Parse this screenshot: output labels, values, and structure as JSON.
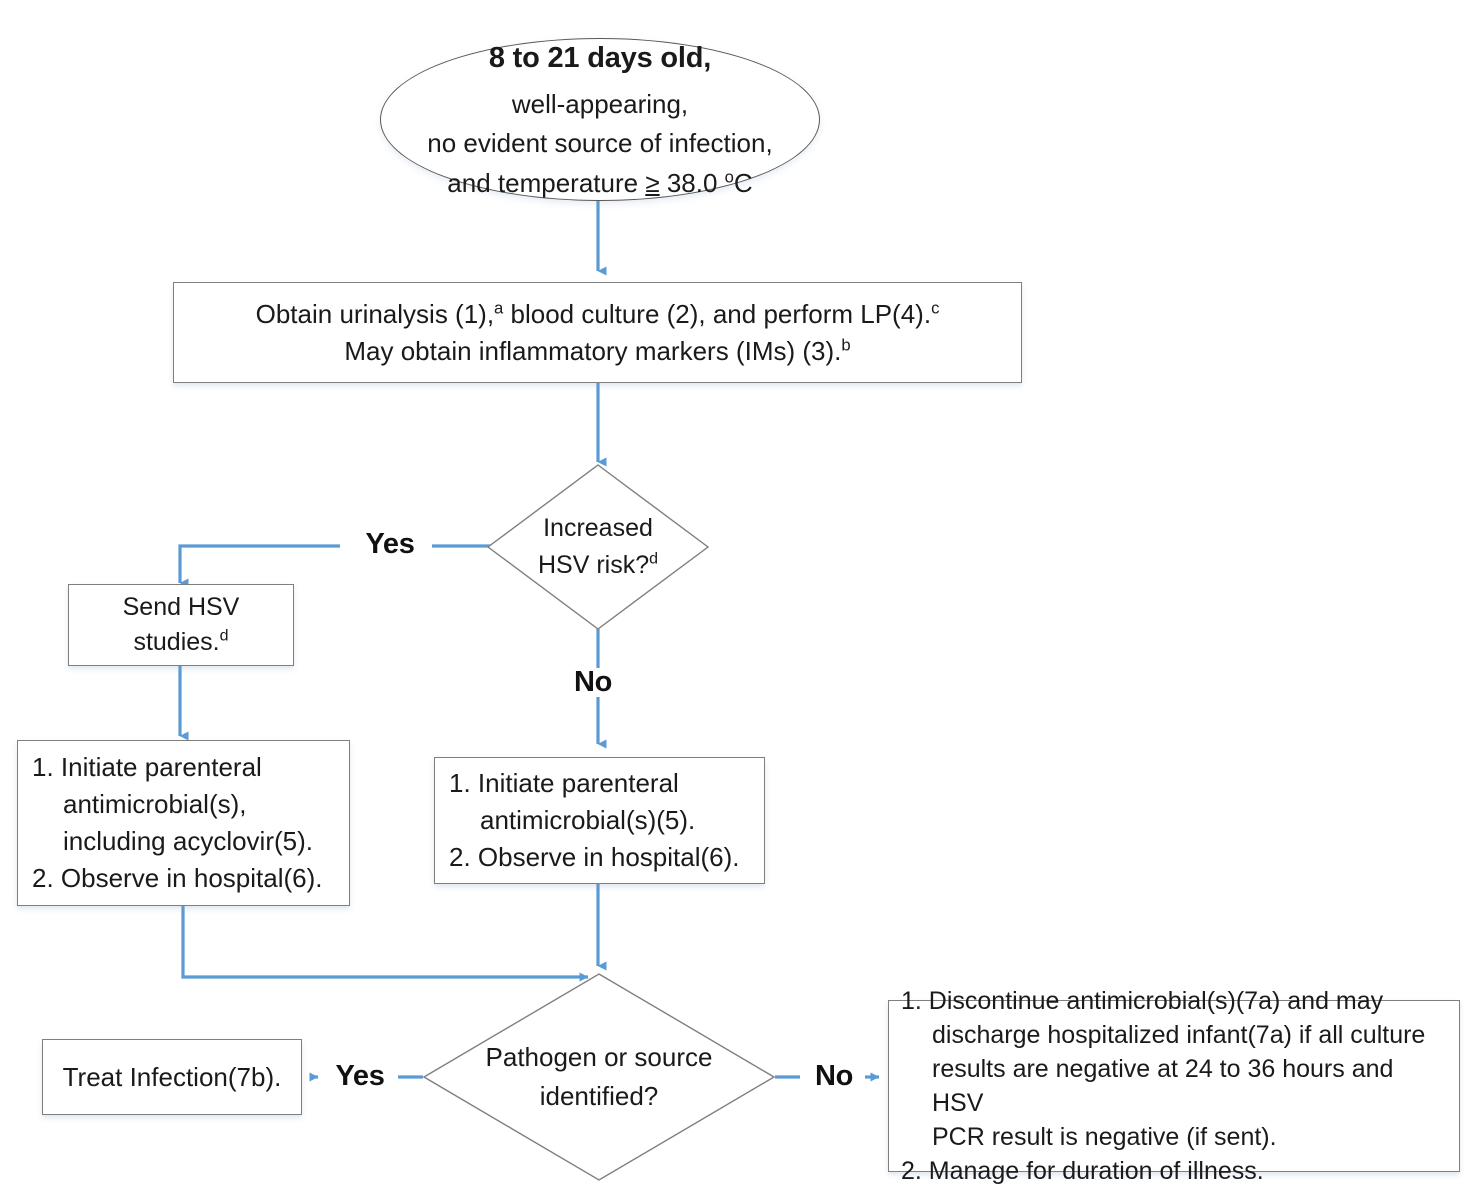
{
  "diagram": {
    "title": "Febrile Infant 8 to 21 Days Old Evaluation Algorithm",
    "colors": {
      "connector": "#5B9BD5",
      "shape_border": "#7F7F7F",
      "ellipse_border": "#595959",
      "text": "#1A1A1A",
      "background": "#FFFFFF"
    }
  },
  "nodes": {
    "start": {
      "type": "terminator-ellipse",
      "title": "8 to 21 days old,",
      "line2": "well-appearing,",
      "line3": "no evident source of infection,",
      "line4_a": "and temperature ",
      "line4_op": "≥",
      "line4_b": " 38.0 ",
      "line4_deg": "o",
      "line4_c": "C"
    },
    "workup": {
      "type": "process",
      "line1_a": "Obtain urinalysis  (1),",
      "line1_sup1": "a",
      "line1_b": " blood culture (2), and perform LP(4).",
      "line1_sup2": "c",
      "line2_a": "May obtain inflammatory markers (IMs) (3).",
      "line2_sup": "b"
    },
    "hsv_decision": {
      "type": "decision",
      "line1": "Increased",
      "line2_a": "HSV risk?",
      "line2_sup": "d"
    },
    "send_hsv": {
      "type": "process",
      "line1": "Send HSV",
      "line2_a": "studies.",
      "line2_sup": "d"
    },
    "treat_with_acyclovir": {
      "type": "process",
      "items": [
        "1. Initiate parenteral antimicrobial(s), including acyclovir(5).",
        "2. Observe in hospital(6)."
      ],
      "item1_l1": "1. Initiate parenteral",
      "item1_l2": "antimicrobial(s),",
      "item1_l3": "including acyclovir(5).",
      "item2_l1": "2. Observe in hospital(6)."
    },
    "treat_standard": {
      "type": "process",
      "items": [
        "1. Initiate parenteral antimicrobial(s)(5).",
        "2. Observe in hospital(6)."
      ],
      "item1_l1": "1. Initiate parenteral",
      "item1_l2": "antimicrobial(s)(5).",
      "item2_l1": "2. Observe in hospital(6)."
    },
    "pathogen_decision": {
      "type": "decision",
      "line1": "Pathogen or source",
      "line2": "identified?"
    },
    "treat_infection": {
      "type": "process",
      "label": "Treat Infection(7b)."
    },
    "discontinue": {
      "type": "process",
      "items": [
        "1. Discontinue antimicrobial(s)(7a) and may discharge hospitalized infant(7a) if all culture results are negative at 24 to 36 hours and HSV PCR result is negative (if sent).",
        "2. Manage for duration of illness."
      ],
      "item1_l1": "1. Discontinue antimicrobial(s)(7a) and may",
      "item1_l2": "discharge hospitalized infant(7a) if all culture",
      "item1_l3": "results are negative at 24 to 36 hours and HSV",
      "item1_l4": "PCR result is negative (if sent).",
      "item2_l1": "2. Manage for duration of illness."
    }
  },
  "edge_labels": {
    "hsv_yes": "Yes",
    "hsv_no": "No",
    "pathogen_yes": "Yes",
    "pathogen_no": "No"
  }
}
